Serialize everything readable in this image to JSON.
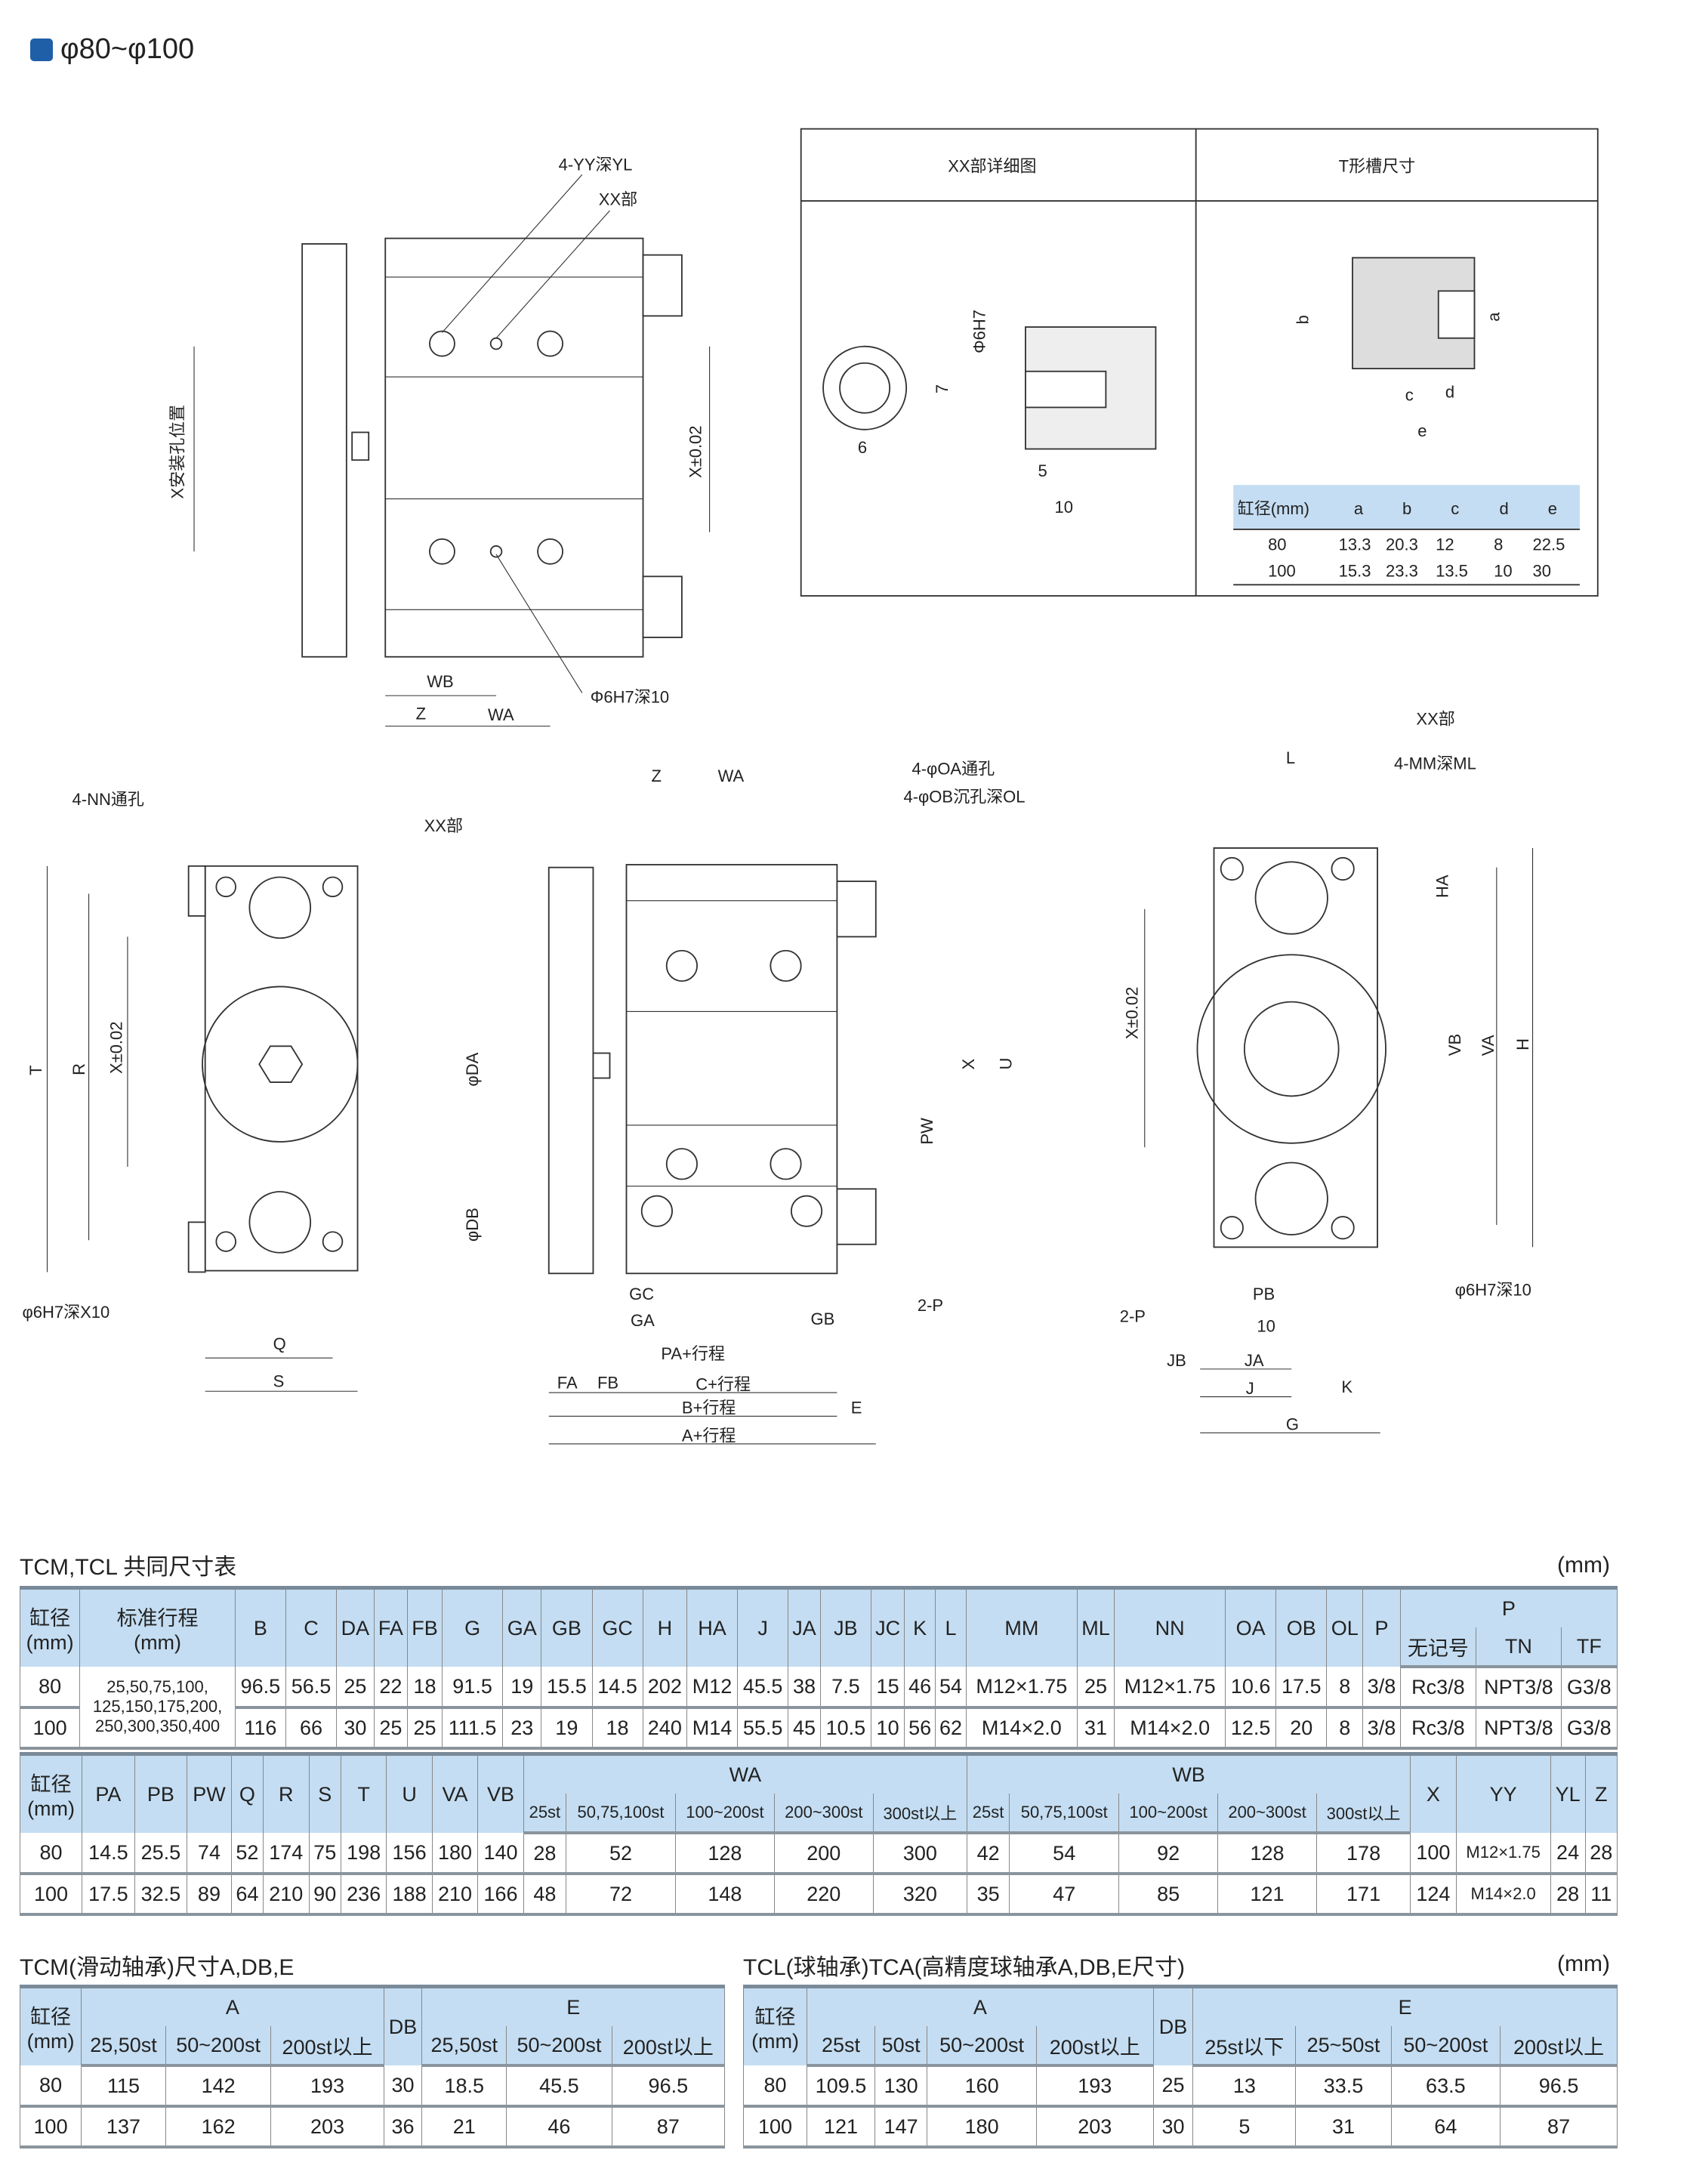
{
  "header": {
    "title": "φ80~φ100"
  },
  "drawing": {
    "labels": [
      "4-YY深YL",
      "XX部",
      "X安装孔位置",
      "X±0.02",
      "WB",
      "Z",
      "WA",
      "Φ6H7深10",
      "XX部详细图",
      "T形槽尺寸",
      "Φ6H7",
      "7",
      "6",
      "5",
      "10",
      "b",
      "a",
      "c",
      "d",
      "e",
      "4-NN通孔",
      "XX部",
      "T",
      "R",
      "X±0.02",
      "φ6H7深X10",
      "Q",
      "S",
      "Z",
      "WA",
      "4-φOA通孔",
      "4-φOB沉孔深OL",
      "φDA",
      "X",
      "U",
      "PW",
      "φDB",
      "GC",
      "GA",
      "GB",
      "2-P",
      "PA+行程",
      "FA",
      "FB",
      "C+行程",
      "B+行程",
      "E",
      "A+行程",
      "XX部",
      "L",
      "4-MM深ML",
      "HA",
      "X±0.02",
      "VB",
      "VA",
      "H",
      "PB",
      "10",
      "2-P",
      "φ6H7深10",
      "JB",
      "JA",
      "J",
      "K",
      "G"
    ],
    "tslot_table": {
      "headers": [
        "缸径(mm)",
        "a",
        "b",
        "c",
        "d",
        "e"
      ],
      "rows": [
        [
          "80",
          "13.3",
          "20.3",
          "12",
          "8",
          "22.5"
        ],
        [
          "100",
          "15.3",
          "23.3",
          "13.5",
          "10",
          "30"
        ]
      ]
    }
  },
  "table1": {
    "title": "TCM,TCL 共同尺寸表",
    "unit": "(mm)",
    "bore_header": "缸径\n(mm)",
    "stroke_header": "标准行程\n(mm)",
    "cols": [
      "B",
      "C",
      "DA",
      "FA",
      "FB",
      "G",
      "GA",
      "GB",
      "GC",
      "H",
      "HA",
      "J",
      "JA",
      "JB",
      "JC",
      "K",
      "L",
      "MM",
      "ML",
      "NN",
      "OA",
      "OB",
      "OL",
      "P"
    ],
    "p_group": "P",
    "p_sub": [
      "无记号",
      "TN",
      "TF"
    ],
    "strokes": "25,50,75,100,\n125,150,175,200,\n250,300,350,400",
    "rows": [
      [
        "80",
        "96.5",
        "56.5",
        "25",
        "22",
        "18",
        "91.5",
        "19",
        "15.5",
        "14.5",
        "202",
        "M12",
        "45.5",
        "38",
        "7.5",
        "15",
        "46",
        "54",
        "M12×1.75",
        "25",
        "M12×1.75",
        "10.6",
        "17.5",
        "8",
        "3/8",
        "Rc3/8",
        "NPT3/8",
        "G3/8"
      ],
      [
        "100",
        "116",
        "66",
        "30",
        "25",
        "25",
        "111.5",
        "23",
        "19",
        "18",
        "240",
        "M14",
        "55.5",
        "45",
        "10.5",
        "10",
        "56",
        "62",
        "M14×2.0",
        "31",
        "M14×2.0",
        "12.5",
        "20",
        "8",
        "3/8",
        "Rc3/8",
        "NPT3/8",
        "G3/8"
      ]
    ]
  },
  "table2": {
    "bore_header": "缸径\n(mm)",
    "cols_left": [
      "PA",
      "PB",
      "PW",
      "Q",
      "R",
      "S",
      "T",
      "U",
      "VA",
      "VB"
    ],
    "wa": "WA",
    "wb": "WB",
    "sub": [
      "25st",
      "50,75,100st",
      "100~200st",
      "200~300st",
      "300st以上"
    ],
    "cols_right": [
      "X",
      "YY",
      "YL",
      "Z"
    ],
    "rows": [
      [
        "80",
        "14.5",
        "25.5",
        "74",
        "52",
        "174",
        "75",
        "198",
        "156",
        "180",
        "140",
        "28",
        "52",
        "128",
        "200",
        "300",
        "42",
        "54",
        "92",
        "128",
        "178",
        "100",
        "M12×1.75",
        "24",
        "28"
      ],
      [
        "100",
        "17.5",
        "32.5",
        "89",
        "64",
        "210",
        "90",
        "236",
        "188",
        "210",
        "166",
        "48",
        "72",
        "148",
        "220",
        "320",
        "35",
        "47",
        "85",
        "121",
        "171",
        "124",
        "M14×2.0",
        "28",
        "11"
      ]
    ]
  },
  "table3": {
    "title": "TCM(滑动轴承)尺寸A,DB,E",
    "bore_header": "缸径\n(mm)",
    "a": "A",
    "db": "DB",
    "e": "E",
    "a_sub": [
      "25,50st",
      "50~200st",
      "200st以上"
    ],
    "e_sub": [
      "25,50st",
      "50~200st",
      "200st以上"
    ],
    "rows": [
      [
        "80",
        "115",
        "142",
        "193",
        "30",
        "18.5",
        "45.5",
        "96.5"
      ],
      [
        "100",
        "137",
        "162",
        "203",
        "36",
        "21",
        "46",
        "87"
      ]
    ]
  },
  "table4": {
    "title": "TCL(球轴承)TCA(高精度球轴承A,DB,E尺寸)",
    "unit": "(mm)",
    "bore_header": "缸径\n(mm)",
    "a": "A",
    "db": "DB",
    "e": "E",
    "a_sub": [
      "25st",
      "50st",
      "50~200st",
      "200st以上"
    ],
    "e_sub": [
      "25st以下",
      "25~50st",
      "50~200st",
      "200st以上"
    ],
    "rows": [
      [
        "80",
        "109.5",
        "130",
        "160",
        "193",
        "25",
        "13",
        "33.5",
        "63.5",
        "96.5"
      ],
      [
        "100",
        "121",
        "147",
        "180",
        "203",
        "30",
        "5",
        "31",
        "64",
        "87"
      ]
    ]
  }
}
